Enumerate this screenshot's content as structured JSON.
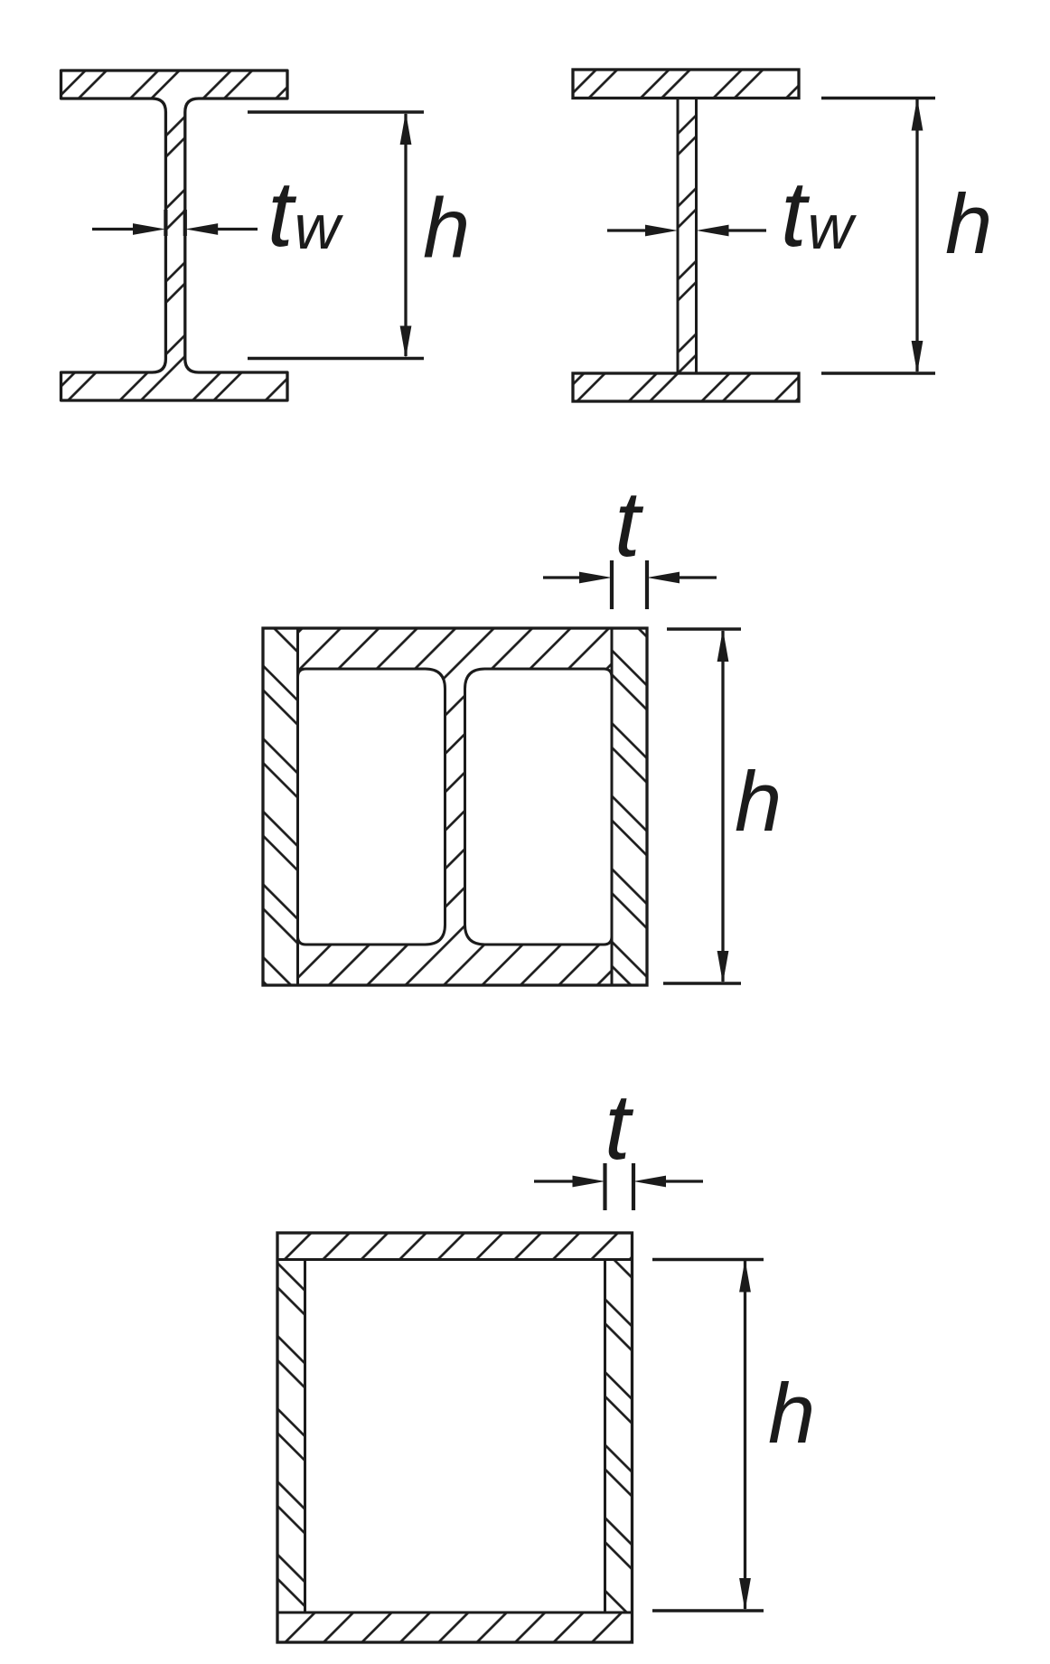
{
  "colors": {
    "ink": "#1b1b1b",
    "background": "#ffffff"
  },
  "figures": [
    {
      "id": "rolled-i-beam",
      "description": "rolled I-section with fillets, hatched",
      "labels": {
        "web_thickness_symbol": "t",
        "web_thickness_subscript": "w",
        "height_symbol": "h"
      }
    },
    {
      "id": "welded-i-beam",
      "description": "welded I-section built from three plates, hatched",
      "labels": {
        "web_thickness_symbol": "t",
        "web_thickness_subscript": "w",
        "height_symbol": "h"
      }
    },
    {
      "id": "boxed-i-section",
      "description": "I-section boxed with two side plates, hatched",
      "labels": {
        "plate_thickness_symbol": "t",
        "height_symbol": "h"
      }
    },
    {
      "id": "hollow-box-section",
      "description": "square hollow section built from four plates, hatched",
      "labels": {
        "plate_thickness_symbol": "t",
        "height_symbol": "h"
      }
    }
  ]
}
